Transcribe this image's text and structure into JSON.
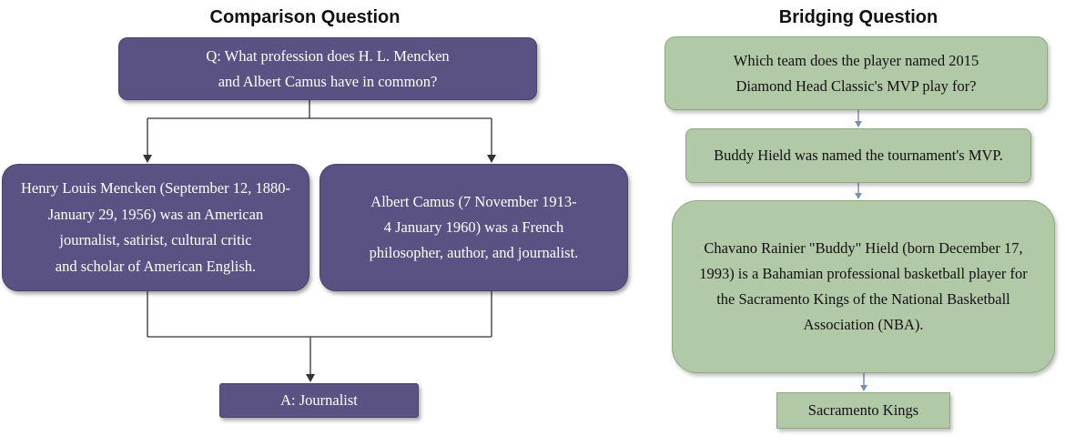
{
  "comparison": {
    "title": "Comparison Question",
    "question": [
      "Q: What profession does H. L. Mencken",
      "and Albert Camus have in common?"
    ],
    "left_context": [
      "Henry Louis Mencken (September 12, 1880-",
      "January 29, 1956) was an American",
      "journalist, satirist, cultural critic",
      "and scholar of American English."
    ],
    "right_context": [
      "Albert Camus (7 November 1913-",
      "4 January 1960) was a French",
      "philosopher, author, and journalist."
    ],
    "answer": "A: Journalist"
  },
  "bridging": {
    "title": "Bridging Question",
    "question": [
      "Which team does the player named 2015",
      "Diamond Head Classic's MVP play for?"
    ],
    "step1": "Buddy Hield was named the tournament's MVP.",
    "step2": [
      "Chavano Rainier \"Buddy\" Hield (born December 17,",
      "1993) is a Bahamian professional basketball player for",
      "the Sacramento Kings of the National Basketball",
      "Association (NBA)."
    ],
    "answer": "Sacramento Kings"
  },
  "colors": {
    "purple_box": "#5a5282",
    "green_box": "#b1c9a6",
    "connector_dark": "#333333",
    "connector_blue": "#7a8fb5"
  }
}
